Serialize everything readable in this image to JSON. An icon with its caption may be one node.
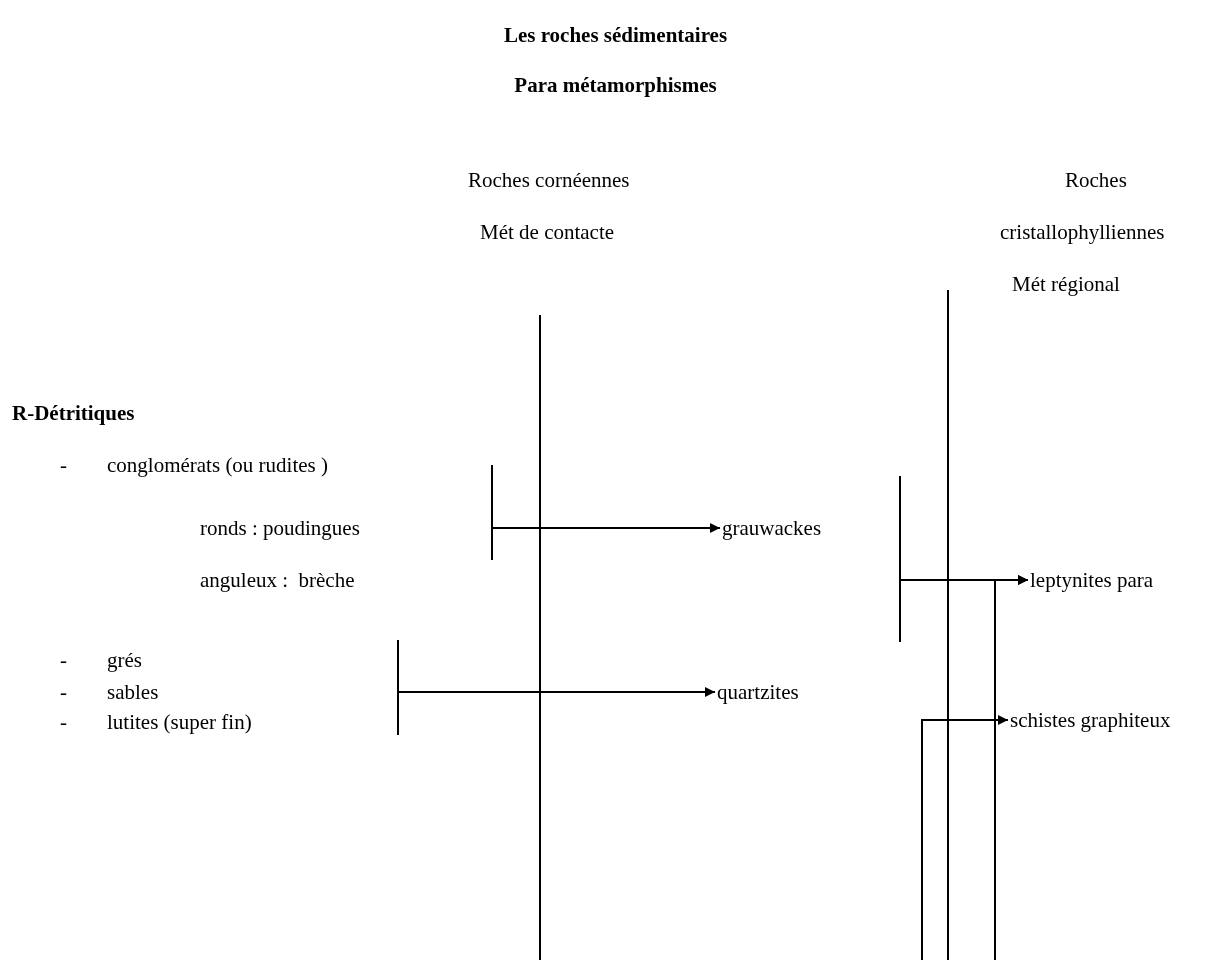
{
  "diagram": {
    "title": "Les roches sédimentaires",
    "nodes": [
      {
        "text": [],
        "shape": "bar"
      },
      {
        "text": [
          "grauwackes"
        ]
      },
      {
        "text": [],
        "shape": "bar"
      },
      {
        "text": [
          "quartzites"
        ]
      },
      {
        "text": [],
        "shape": "bar"
      },
      {
        "text": [
          "leptynites para"
        ]
      },
      {
        "text": [
          "schistes graphiteux"
        ]
      }
    ],
    "edges": [
      {
        "from": 0,
        "to": 1,
        "arrow": "to"
      },
      {
        "from": 2,
        "to": 3,
        "arrow": "to"
      },
      {
        "from": 4,
        "to": 5,
        "arrow": "to"
      },
      {
        "from": null,
        "to": 5,
        "arrow": "to"
      },
      {
        "from": null,
        "to": 6,
        "arrow": "to"
      }
    ],
    "labels": [
      "Para métamorphismes",
      "Roches cornéennes",
      "Roches",
      "Mét de contacte",
      "cristallophylliennes",
      "Mét régional",
      "R-Détritiques",
      "-",
      "conglomérats (ou rudites )",
      "ronds : poudingues",
      "anguleux :  brèche",
      "-",
      "grés",
      "-",
      "sables",
      "-",
      "lutites (super fin)"
    ]
  }
}
